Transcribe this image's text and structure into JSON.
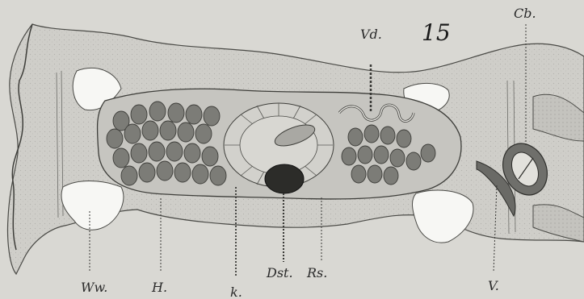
{
  "figure_number": "15",
  "labels": {
    "vd": "Vd.",
    "cb": "Cb.",
    "ww": "Ww.",
    "h": "H.",
    "k": "k.",
    "dst": "Dst.",
    "rs": "Rs.",
    "v": "V."
  },
  "colors": {
    "background": "#d9d8d3",
    "tissue": "#c9c8c3",
    "tissue_dark": "#b8b7b1",
    "cavity": "#f7f7f4",
    "cell_fill": "#7c7c77",
    "cell_stroke": "#3e3e3a",
    "outline": "#4a4a46",
    "nucleus_dark": "#2c2c29"
  },
  "icons": {
    "cb_structure": "cuticle-ring-icon",
    "vd_leader": "dashed-leader-line"
  }
}
